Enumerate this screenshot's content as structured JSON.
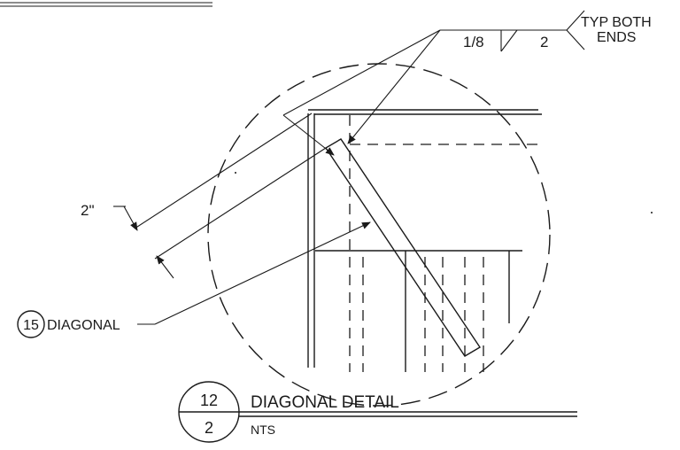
{
  "weld": {
    "size": "1/8",
    "length": "2",
    "note_line1": "TYP BOTH",
    "note_line2": "ENDS"
  },
  "dimension": {
    "offset": "2\""
  },
  "callout": {
    "number": "15",
    "label": "DIAGONAL"
  },
  "title_block": {
    "detail_number": "12",
    "sheet_number": "2",
    "title": "DIAGONAL DETAIL",
    "scale": "NTS"
  }
}
